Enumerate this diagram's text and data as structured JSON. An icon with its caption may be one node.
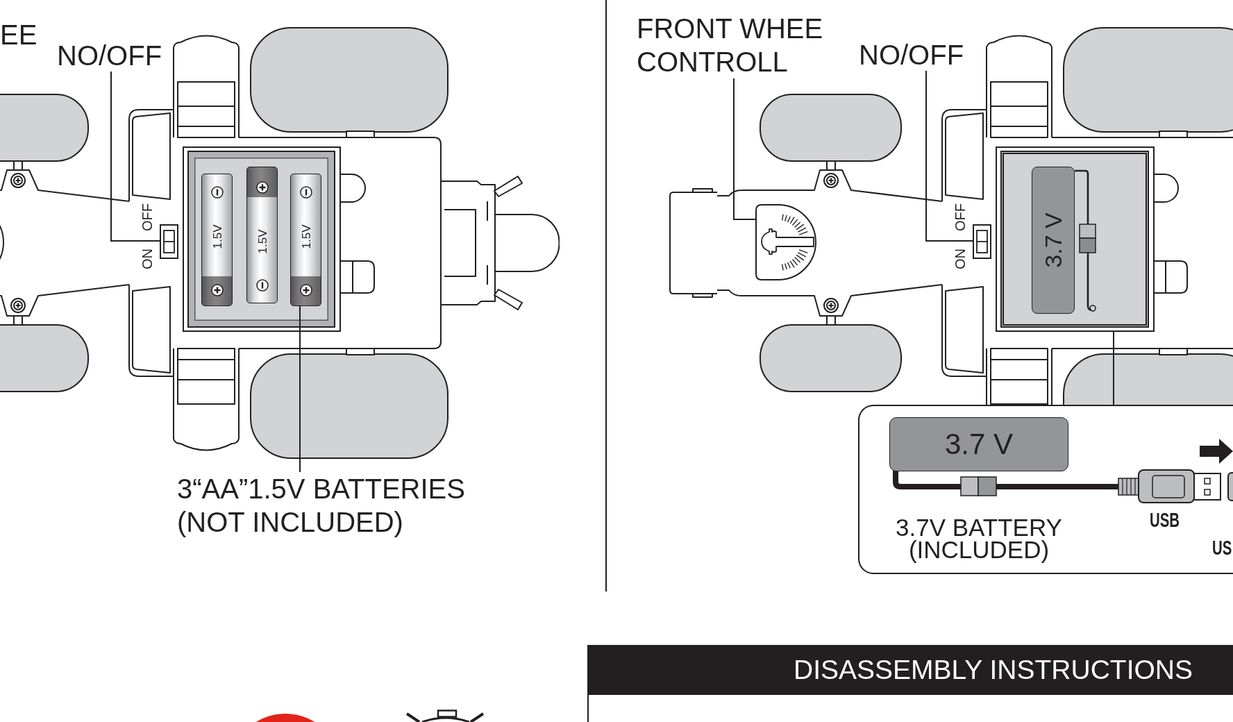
{
  "diagram": {
    "nodes": [
      {
        "text": [
          "NO/OFF"
        ]
      },
      {
        "text": [],
        "shape": "picture",
        "beside": [
          "OFF",
          "ON"
        ]
      },
      {
        "text": [],
        "shape": "box"
      },
      {
        "text": [
          "1.5V"
        ],
        "in": 2
      },
      {
        "text": [
          "1.5V"
        ],
        "in": 2
      },
      {
        "text": [
          "1.5V"
        ],
        "in": 2
      },
      {
        "text": [
          "3“AA”1.5V BATTERIES (NOT INCLUDED)"
        ]
      },
      {
        "text": [
          "FRONT WHEE CONTROLL"
        ]
      },
      {
        "text": [],
        "shape": "picture"
      },
      {
        "text": [
          "NO/OFF"
        ]
      },
      {
        "text": [],
        "shape": "picture",
        "beside": [
          "OFF",
          "ON"
        ]
      },
      {
        "text": [],
        "shape": "box"
      },
      {
        "text": [
          "3.7 V"
        ],
        "in": 11
      },
      {
        "text": [
          "3.7V BATTERY (INCLUDED)",
          "USB",
          "US"
        ]
      },
      {
        "text": [
          "3.7 V"
        ],
        "in": 13
      },
      {
        "text": [
          "DISASSEMBLY INSTRUCTIONS"
        ]
      }
    ],
    "edges": [
      {
        "from": 0,
        "to": 1,
        "arrow": "none"
      },
      {
        "from": 6,
        "to": 5,
        "arrow": "none"
      },
      {
        "from": 7,
        "to": 8,
        "arrow": "none"
      },
      {
        "from": 9,
        "to": 10,
        "arrow": "none"
      },
      {
        "from": 11,
        "to": 13,
        "arrow": "none"
      }
    ],
    "labels": [
      "EE"
    ]
  }
}
